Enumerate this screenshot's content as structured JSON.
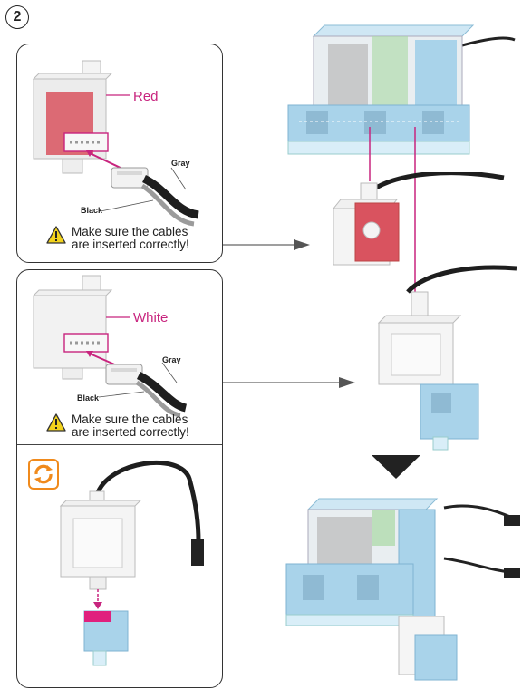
{
  "step": {
    "number": "2"
  },
  "panel_top": {
    "servo_label": "Red",
    "wire_gray": "Gray",
    "wire_black": "Black",
    "warning_line1": "Make sure the cables",
    "warning_line2": "are inserted correctly!"
  },
  "panel_bottom": {
    "servo_label": "White",
    "wire_gray": "Gray",
    "wire_black": "Black",
    "warning_line1": "Make sure the cables",
    "warning_line2": "are inserted correctly!"
  },
  "colors": {
    "accent_magenta": "#c8247e",
    "block_blue": "#a9d3ea",
    "servo_red": "#d9535f",
    "rotate_orange": "#f08a1c",
    "warn_yellow": "#f3d31c"
  },
  "icons": [
    "warning-icon",
    "rotate-icon",
    "arrow-right-icon",
    "arrow-down-icon"
  ]
}
